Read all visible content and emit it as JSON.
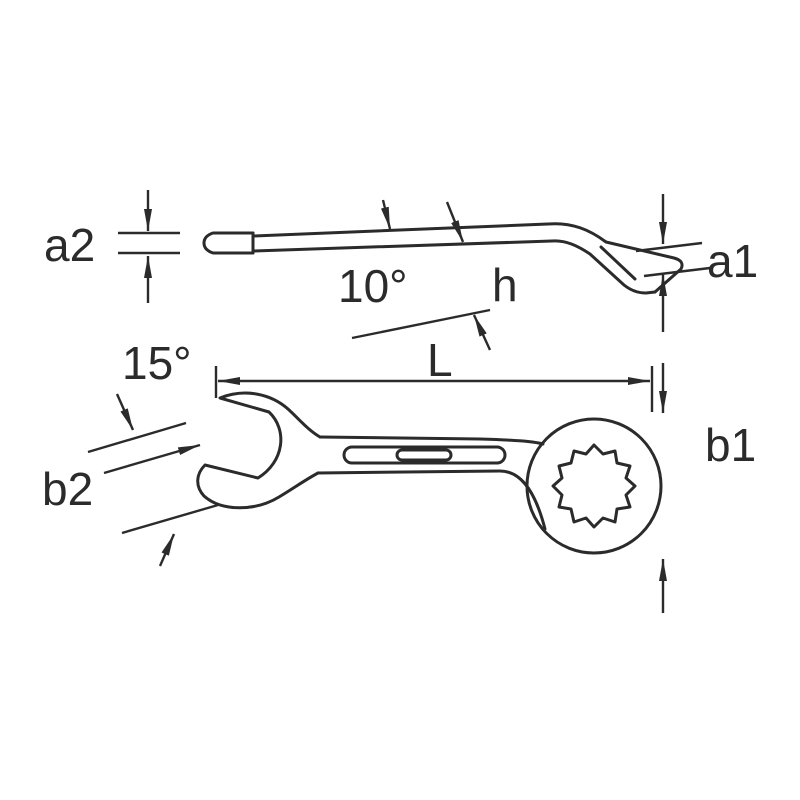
{
  "diagram": {
    "labels": {
      "a2": "a2",
      "head_angle": "10°",
      "h": "h",
      "a1": "a1",
      "length": "L",
      "jaw_angle": "15°",
      "b2": "b2",
      "b1": "b1"
    },
    "colors": {
      "line": "#2b2b2b",
      "background": "#ffffff"
    }
  }
}
